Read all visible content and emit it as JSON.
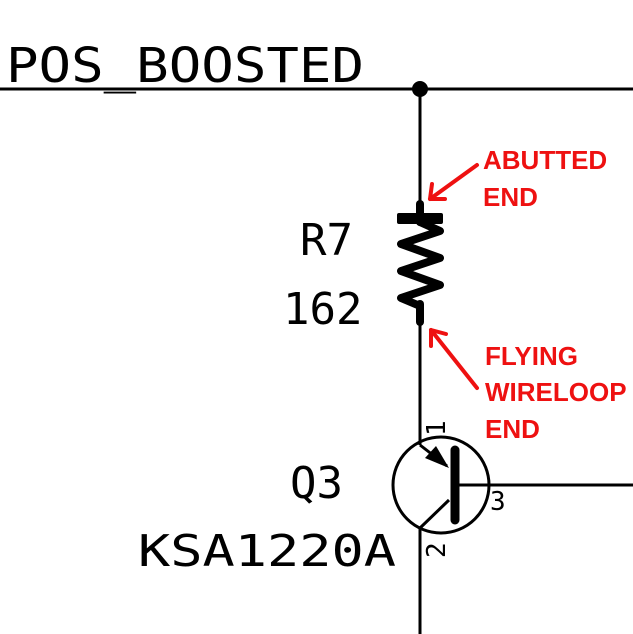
{
  "net": {
    "name": "POS_BOOSTED"
  },
  "resistor": {
    "ref": "R7",
    "value": "162"
  },
  "transistor": {
    "ref": "Q3",
    "part": "KSA1220A",
    "pins": {
      "emitter": "1",
      "collector": "2",
      "base": "3"
    }
  },
  "annotations": {
    "color": "#ee1111",
    "abutted": [
      "ABUTTED",
      "END"
    ],
    "flying": [
      "FLYING",
      "WIRELOOP",
      "END"
    ]
  }
}
